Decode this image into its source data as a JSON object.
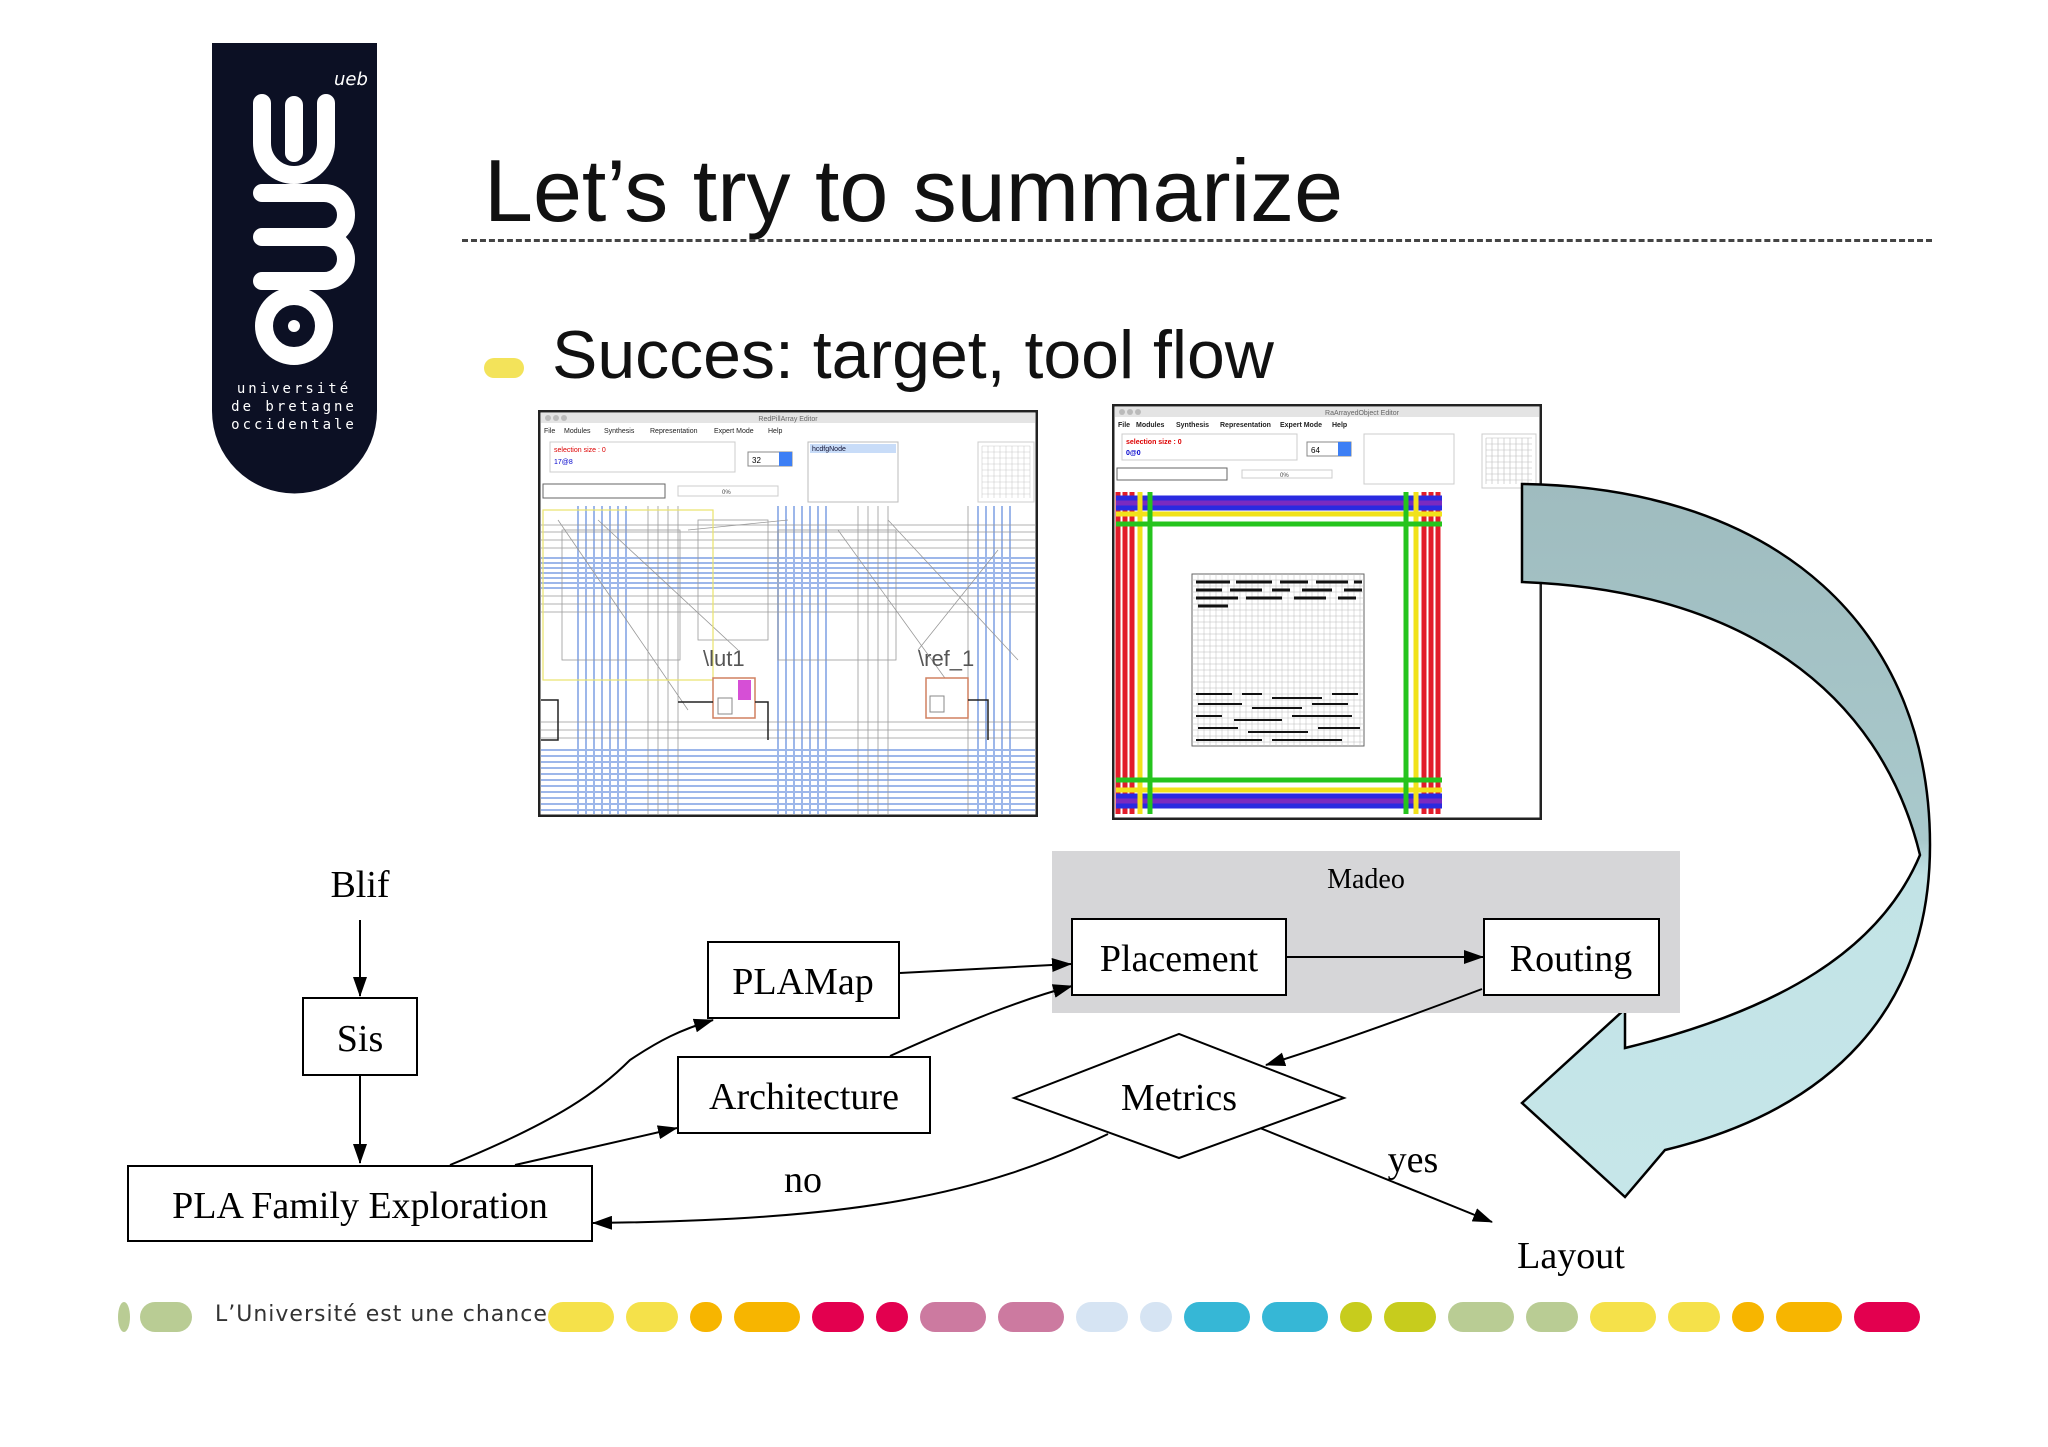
{
  "logo": {
    "wordmark": [
      "université",
      "de bretagne",
      "occidentale"
    ],
    "badge": "ueb"
  },
  "title": "Let’s try to summarize",
  "bullet": "Succes: target, tool flow",
  "screenshot_left": {
    "window_title": "RedPillArray Editor",
    "menu": [
      "File",
      "Modules",
      "Synthesis",
      "Representation",
      "Expert Mode",
      "Help"
    ],
    "selection": "selection size : 0",
    "coord": "17@8",
    "spinner_value": "32",
    "node_label": "hcdfgNode",
    "progress": "0%",
    "cell_labels": [
      "\\lut1",
      "\\ref_1"
    ]
  },
  "screenshot_right": {
    "window_title": "RaArrayedObject Editor",
    "menu": [
      "File",
      "Modules",
      "Synthesis",
      "Representation",
      "Expert Mode",
      "Help"
    ],
    "selection": "selection size : 0",
    "coord": "0@0",
    "spinner_value": "64",
    "progress": "0%"
  },
  "diagram": {
    "cluster_label": "Madeo",
    "nodes": {
      "blif": "Blif",
      "sis": "Sis",
      "pla_family": "PLA Family Exploration",
      "plamap": "PLAMap",
      "architecture": "Architecture",
      "placement": "Placement",
      "routing": "Routing",
      "metrics": "Metrics",
      "layout": "Layout"
    },
    "edge_labels": {
      "no": "no",
      "yes": "yes"
    }
  },
  "footer": {
    "slogan": "L’Université est une chance",
    "dot_colors": [
      "#b9cc94",
      "#f5e14a",
      "#f5e14a",
      "#f7b500",
      "#f7b500",
      "#e3004f",
      "#e3004f",
      "#cc7aa0",
      "#cc7aa0",
      "#d6e4f3",
      "#d6e4f3",
      "#36b7d6",
      "#36b7d6",
      "#c7cc1d",
      "#c7cc1d",
      "#b9cc94",
      "#b9cc94",
      "#f5e14a",
      "#f5e14a",
      "#f7b500",
      "#f7b500",
      "#e3004f",
      "#e3004f",
      "#cc7aa0"
    ]
  },
  "colors": {
    "logo_bg": "#0c1024",
    "bullet": "#f3e35a",
    "cluster_bg": "#d6d6d8",
    "arrow_top": "#9fbcbf",
    "arrow_bottom": "#c2e3e6"
  }
}
